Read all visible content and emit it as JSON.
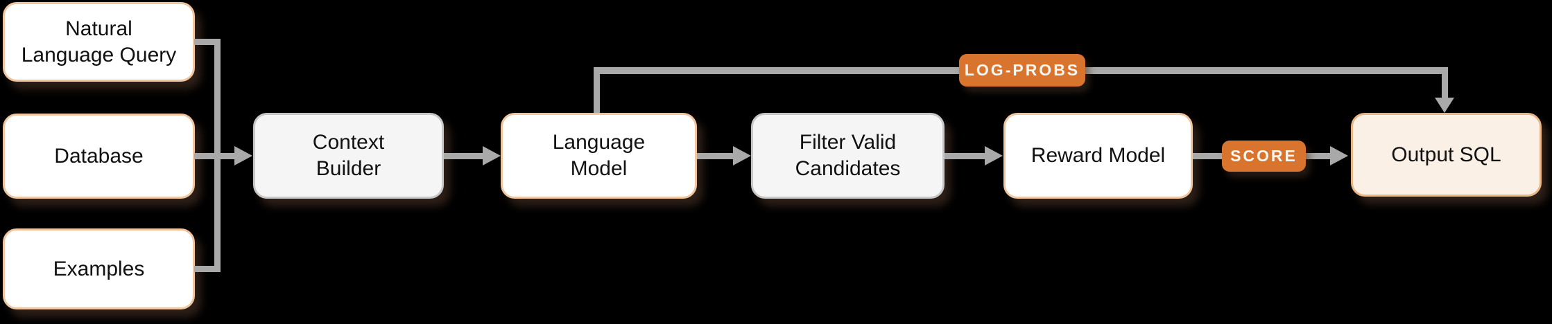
{
  "diagram": {
    "title": "Text-to-SQL generation pipeline flowchart",
    "nodes": {
      "nlq": {
        "label": "Natural\nLanguage Query",
        "style": "orange"
      },
      "database": {
        "label": "Database",
        "style": "orange"
      },
      "examples": {
        "label": "Examples",
        "style": "orange"
      },
      "context_builder": {
        "label": "Context\nBuilder",
        "style": "gray"
      },
      "language_model": {
        "label": "Language\nModel",
        "style": "orange"
      },
      "filter_valid_candidates": {
        "label": "Filter Valid\nCandidates",
        "style": "gray"
      },
      "reward_model": {
        "label": "Reward Model",
        "style": "orange"
      },
      "output_sql": {
        "label": "Output SQL",
        "style": "orange-filled"
      }
    },
    "edge_labels": {
      "log_probs": "LOG-PROBS",
      "score": "SCORE"
    },
    "edges": [
      {
        "from": "nlq",
        "to": "context_builder"
      },
      {
        "from": "database",
        "to": "context_builder"
      },
      {
        "from": "examples",
        "to": "context_builder"
      },
      {
        "from": "context_builder",
        "to": "language_model"
      },
      {
        "from": "language_model",
        "to": "filter_valid_candidates"
      },
      {
        "from": "filter_valid_candidates",
        "to": "reward_model"
      },
      {
        "from": "reward_model",
        "to": "output_sql",
        "label": "SCORE"
      },
      {
        "from": "language_model",
        "to": "output_sql",
        "label": "LOG-PROBS",
        "route": "over-the-top"
      }
    ]
  },
  "colors": {
    "bg": "#000000",
    "accent-orange": "#D9742F",
    "node-border-orange": "#F1C59E",
    "node-border-gray": "#C7C7C7",
    "node-fill-white": "#FFFFFF",
    "node-fill-gray": "#F5F5F5",
    "output-fill": "#FAF0E6",
    "output-border": "#E9B686",
    "edge-gray": "#A9A9A9",
    "text-dark": "#111111",
    "badge-text": "#FAF6F0"
  }
}
